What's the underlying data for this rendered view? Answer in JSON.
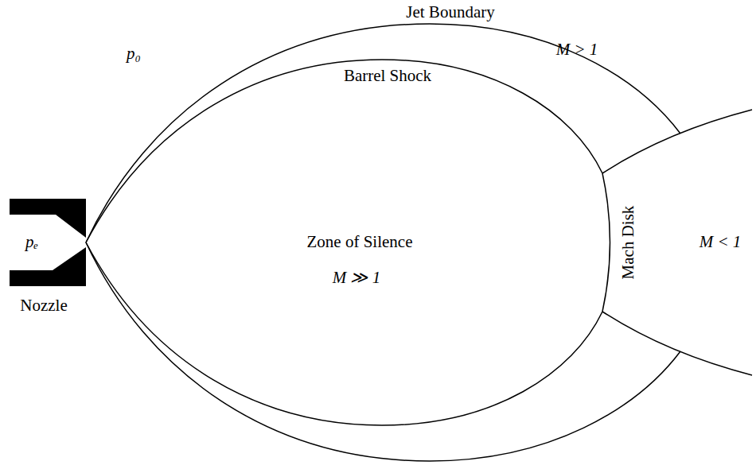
{
  "diagram": {
    "labels": [
      "Jet Boundary",
      "p₀",
      "Barrel Shock",
      "M > 1",
      "pₑ",
      "Zone of Silence",
      "M ≫ 1",
      "Mach Disk",
      "M < 1",
      "Nozzle"
    ]
  }
}
